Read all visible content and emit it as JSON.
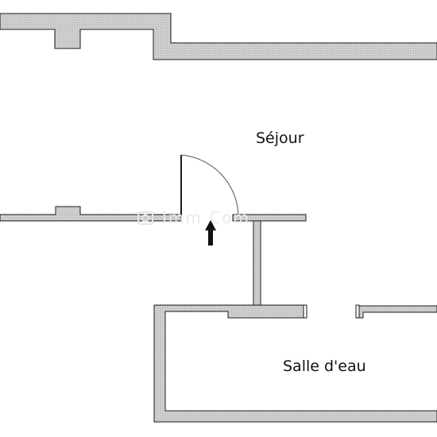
{
  "plan": {
    "rooms": [
      {
        "id": "sejour",
        "label": "Séjour"
      },
      {
        "id": "salle_deau",
        "label": "Salle d'eau"
      }
    ],
    "watermark": {
      "text": "Imm Com"
    },
    "colors": {
      "wall_fill": "#d2d2d2",
      "wall_stroke": "#1a1a1a",
      "background": "#ffffff",
      "text": "#111111"
    },
    "icons": {
      "door": "quarter-circle-swing",
      "entry": "arrow-up-icon",
      "watermark_logo": "camera-logo"
    }
  }
}
